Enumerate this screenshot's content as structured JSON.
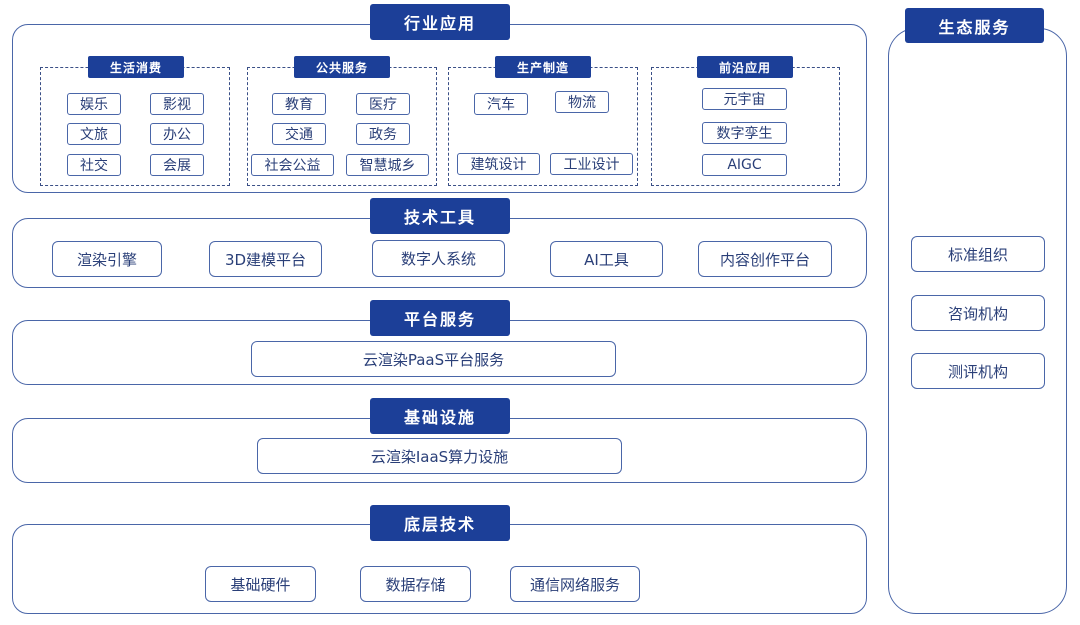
{
  "industry": {
    "title": "行业应用",
    "groups": [
      {
        "title": "生活消费",
        "items": [
          "娱乐",
          "影视",
          "文旅",
          "办公",
          "社交",
          "会展"
        ]
      },
      {
        "title": "公共服务",
        "items": [
          "教育",
          "医疗",
          "交通",
          "政务",
          "社会公益",
          "智慧城乡"
        ]
      },
      {
        "title": "生产制造",
        "items": [
          "汽车",
          "物流",
          "建筑设计",
          "工业设计"
        ]
      },
      {
        "title": "前沿应用",
        "items": [
          "元宇宙",
          "数字孪生",
          "AIGC"
        ]
      }
    ]
  },
  "tech_tools": {
    "title": "技术工具",
    "items": [
      "渲染引擎",
      "3D建模平台",
      "数字人系统",
      "AI工具",
      "内容创作平台"
    ]
  },
  "platform": {
    "title": "平台服务",
    "items": [
      "云渲染PaaS平台服务"
    ]
  },
  "infrastructure": {
    "title": "基础设施",
    "items": [
      "云渲染IaaS算力设施"
    ]
  },
  "underlying": {
    "title": "底层技术",
    "items": [
      "基础硬件",
      "数据存储",
      "通信网络服务"
    ]
  },
  "ecosystem": {
    "title": "生态服务",
    "items": [
      "标准组织",
      "咨询机构",
      "测评机构"
    ]
  }
}
